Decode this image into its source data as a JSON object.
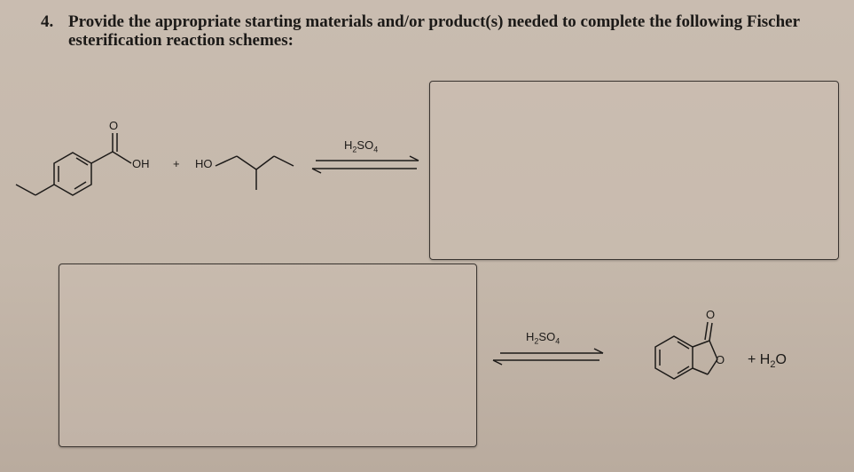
{
  "question": {
    "number": "4.",
    "text": "Provide the appropriate starting materials and/or product(s) needed to complete the following Fischer esterification reaction schemes:"
  },
  "scheme1": {
    "carbonyl_o": "O",
    "acid_oh": "OH",
    "plus": "+",
    "alcohol_ho": "HO",
    "catalyst_main": "H",
    "catalyst_sub1": "2",
    "catalyst_mid": "SO",
    "catalyst_sub2": "4"
  },
  "scheme2": {
    "catalyst_main": "H",
    "catalyst_sub1": "2",
    "catalyst_mid": "SO",
    "catalyst_sub2": "4",
    "carbonyl_o": "O",
    "ring_o": "O",
    "plus_water_prefix": "+ H",
    "water_sub": "2",
    "water_suffix": "O"
  }
}
